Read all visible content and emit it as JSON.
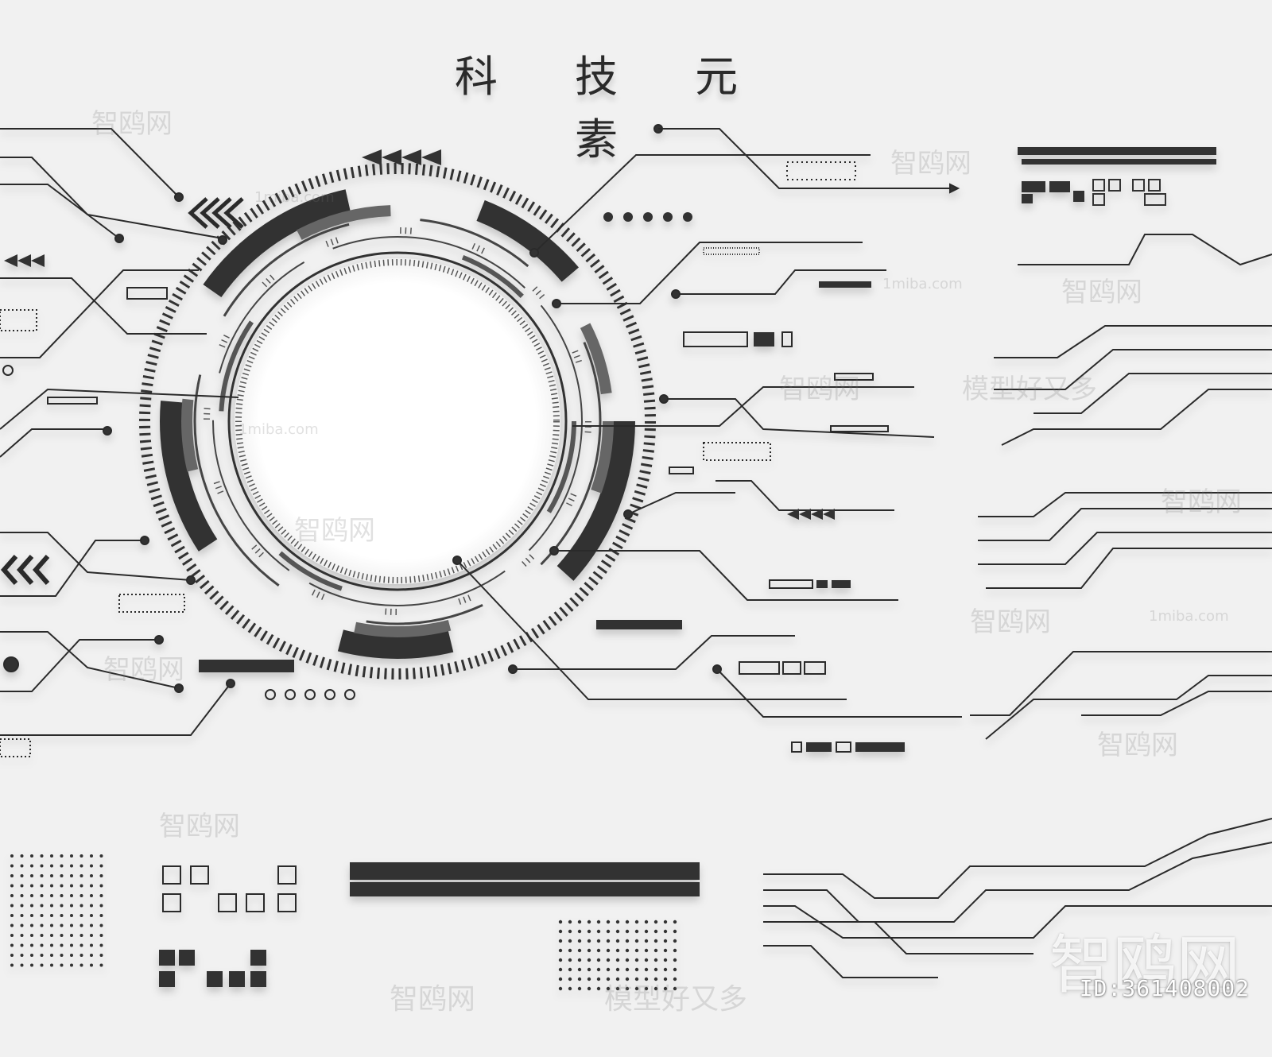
{
  "title": "科 技 元 素",
  "watermarks": {
    "brand": "智鸥网",
    "site": "1miba.com",
    "slogan": "模型好又多",
    "id": "ID:361408002"
  },
  "colors": {
    "background": "#f1f1f1",
    "line": "#2b2b2b",
    "dark": "#333333",
    "mid": "#555555"
  }
}
